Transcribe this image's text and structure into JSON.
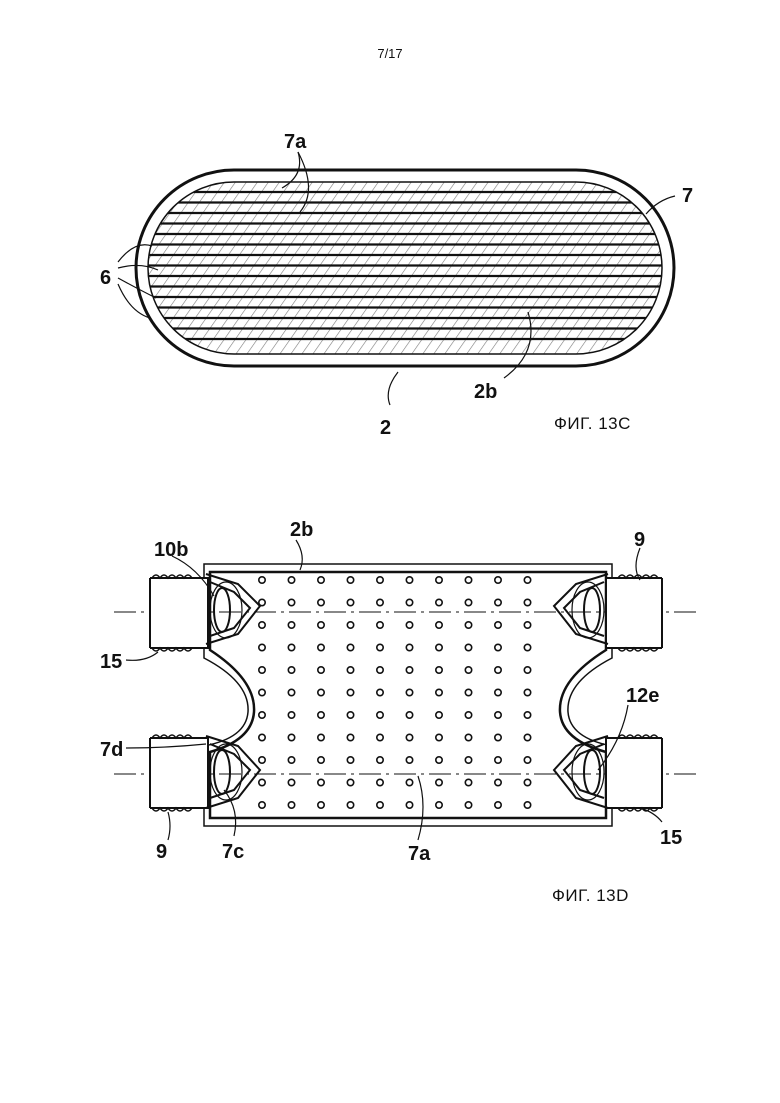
{
  "page": {
    "number": "7/17"
  },
  "figure_13c": {
    "caption": "ФИГ. 13C",
    "labels": {
      "l_7a": "7a",
      "l_7": "7",
      "l_6": "6",
      "l_2b": "2b",
      "l_2": "2"
    }
  },
  "figure_13d": {
    "caption": "ФИГ. 13D",
    "labels": {
      "l_2b": "2b",
      "l_9_top": "9",
      "l_10b": "10b",
      "l_15_left": "15",
      "l_12e": "12e",
      "l_7d": "7d",
      "l_9_bottom": "9",
      "l_7c": "7c",
      "l_7a": "7a",
      "l_15_right": "15"
    }
  },
  "colors": {
    "ink": "#111111",
    "paper": "#ffffff"
  }
}
